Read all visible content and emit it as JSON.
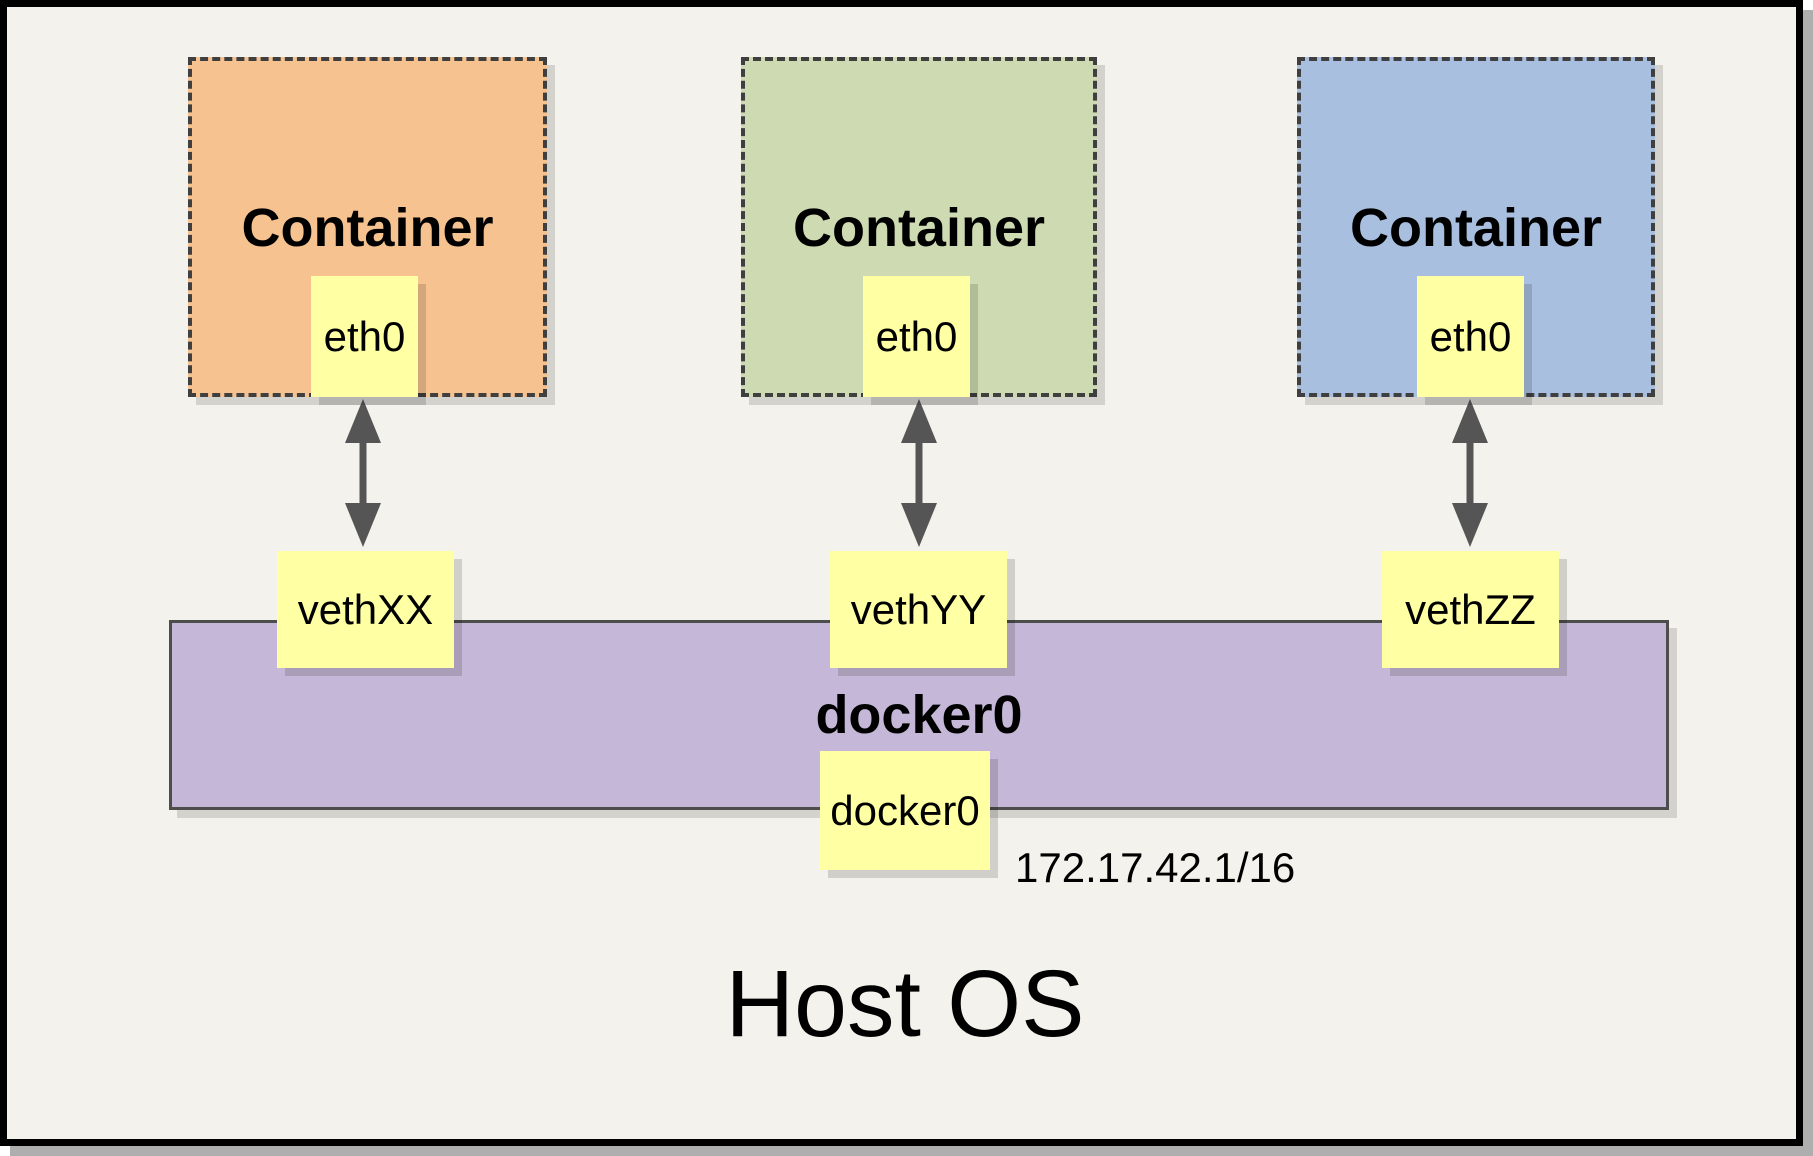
{
  "page": {
    "background": "#F4F2EC",
    "frame_color": "#000000"
  },
  "diagram": {
    "containers": [
      {
        "label": "Container",
        "interface": "eth0",
        "veth": "vethXX",
        "fill": "#F6C390"
      },
      {
        "label": "Container",
        "interface": "eth0",
        "veth": "vethYY",
        "fill": "#CEDBB2"
      },
      {
        "label": "Container",
        "interface": "eth0",
        "veth": "vethZZ",
        "fill": "#A9BFDF"
      }
    ],
    "bridge": {
      "label": "docker0",
      "interface_label": "docker0",
      "ip": "172.17.42.1/16",
      "fill": "#C5B7D7"
    },
    "host_label": "Host OS",
    "note_box_fill": "#FFFFA3",
    "arrow_color": "#555555"
  }
}
